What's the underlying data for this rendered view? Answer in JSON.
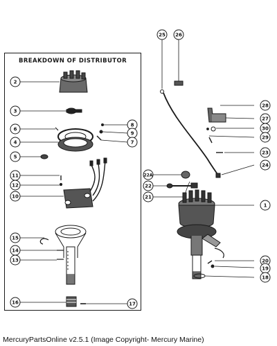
{
  "panel": {
    "title": "BREAKDOWN OF DISTRIBUTOR"
  },
  "callouts": {
    "left": [
      "2",
      "3",
      "6",
      "4",
      "5",
      "11",
      "12",
      "10",
      "15",
      "14",
      "13",
      "16"
    ],
    "left_right_col": [
      "8",
      "9",
      "7",
      "17"
    ],
    "right": [
      "25",
      "26",
      "28",
      "27",
      "30",
      "29",
      "23",
      "24",
      "22A",
      "22",
      "21",
      "1",
      "20",
      "19",
      "18"
    ]
  },
  "footer": {
    "text": "MercuryPartsOnline v2.5.1 (Image Copyright- Mercury Marine)"
  },
  "colors": {
    "ink": "#1a1a1a",
    "background": "#ffffff"
  }
}
